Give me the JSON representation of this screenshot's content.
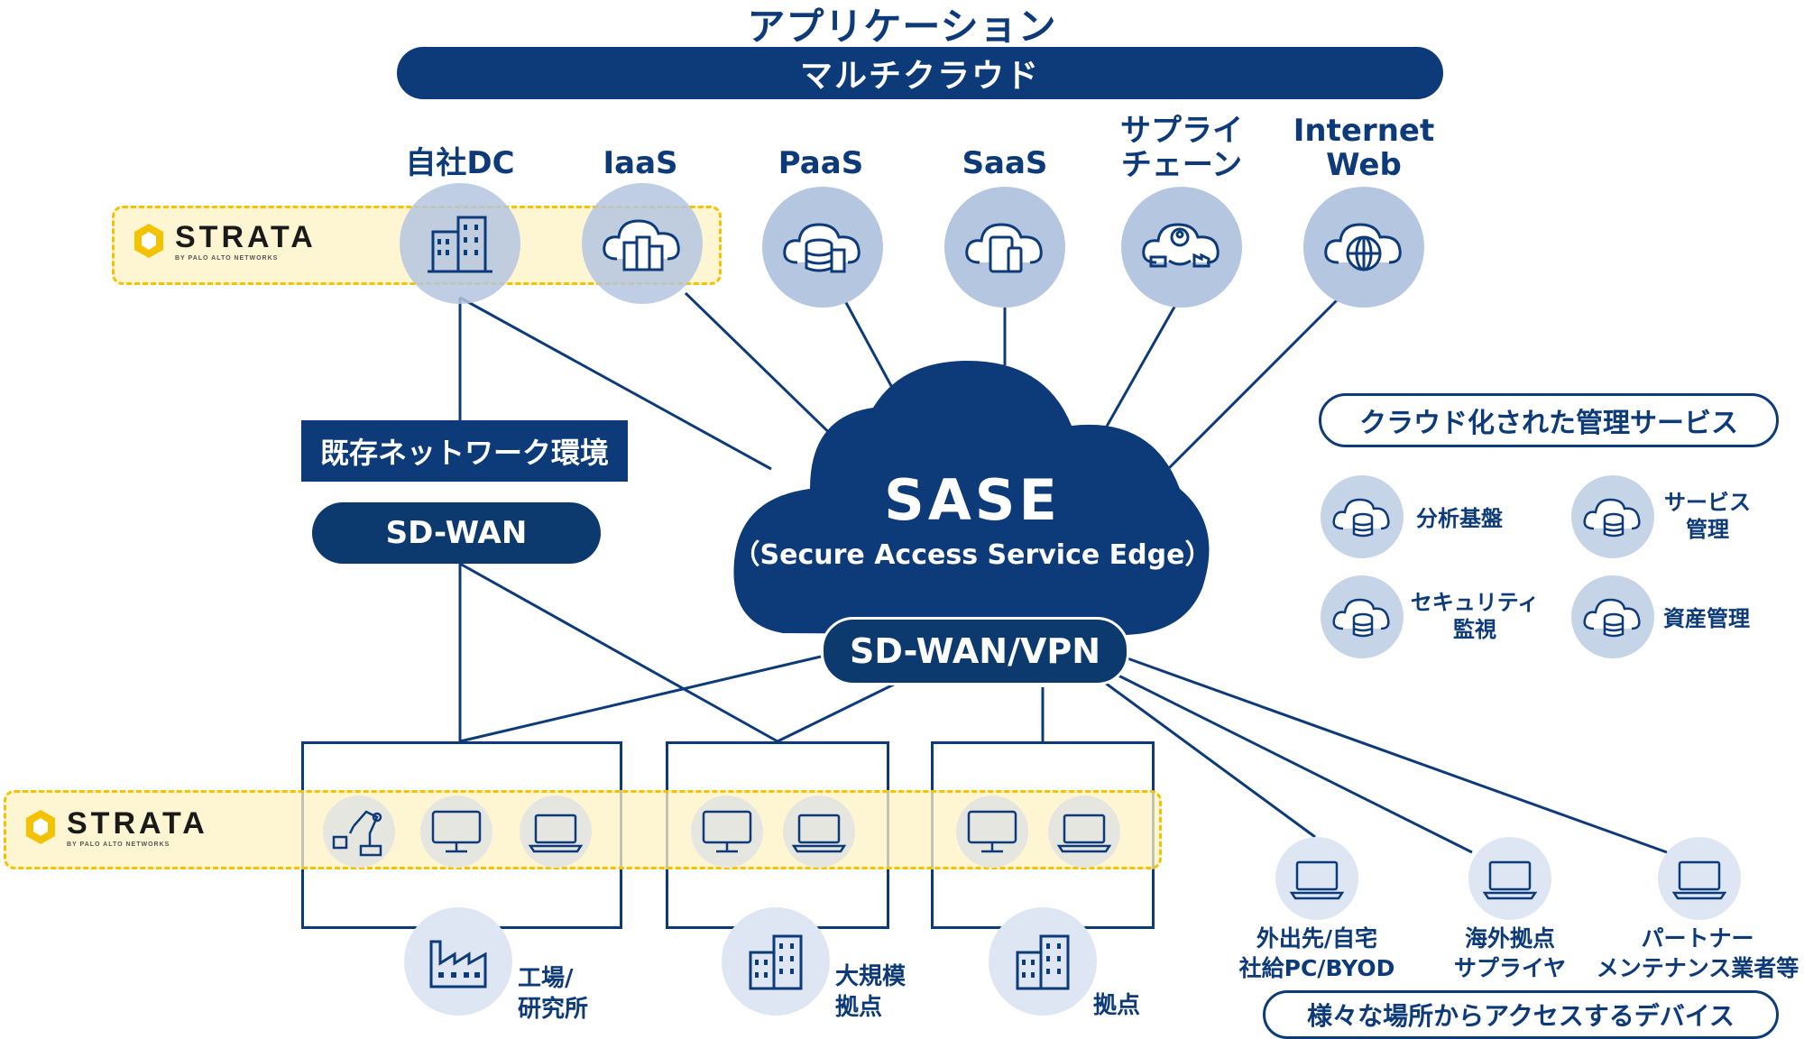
{
  "header": {
    "title": "アプリケーション",
    "multicloud": "マルチクラウド"
  },
  "clouds": [
    {
      "label_line1": "自社DC",
      "label_line2": "",
      "icon": "building-icon"
    },
    {
      "label_line1": "IaaS",
      "label_line2": "",
      "icon": "server-cloud-icon"
    },
    {
      "label_line1": "PaaS",
      "label_line2": "",
      "icon": "database-cloud-icon"
    },
    {
      "label_line1": "SaaS",
      "label_line2": "",
      "icon": "device-cloud-icon"
    },
    {
      "label_line1": "サプライ",
      "label_line2": "チェーン",
      "icon": "supply-chain-cloud-icon"
    },
    {
      "label_line1": "Internet",
      "label_line2": "Web",
      "icon": "globe-cloud-icon"
    }
  ],
  "strata": {
    "word": "STRATA",
    "sub": "BY PALO ALTO NETWORKS",
    "brand_color": "#f3c200"
  },
  "legacy": {
    "label": "既存ネットワーク環境",
    "sdwan": "SD-WAN"
  },
  "sase": {
    "title": "SASE",
    "subtitle": "（Secure Access Service Edge）",
    "connector": "SD-WAN/VPN"
  },
  "managed": {
    "heading": "クラウド化された管理サービス",
    "items": [
      {
        "line1": "分析基盤",
        "line2": ""
      },
      {
        "line1": "サービス",
        "line2": "管理"
      },
      {
        "line1": "セキュリティ",
        "line2": "監視"
      },
      {
        "line1": "資産管理",
        "line2": ""
      }
    ]
  },
  "sites": [
    {
      "label_line1": "工場/",
      "label_line2": "研究所"
    },
    {
      "label_line1": "大規模",
      "label_line2": "拠点"
    },
    {
      "label_line1": "拠点",
      "label_line2": ""
    }
  ],
  "remote": {
    "heading": "様々な場所からアクセスするデバイス",
    "items": [
      {
        "line1": "外出先/自宅",
        "line2": "社給PC/BYOD"
      },
      {
        "line1": "海外拠点",
        "line2": "サプライヤ"
      },
      {
        "line1": "パートナー",
        "line2": "メンテナンス業者等"
      }
    ]
  },
  "colors": {
    "navy": "#0d3b7a",
    "cloud_circle": "#b4c6e0",
    "strata_yellow": "#f3c200"
  }
}
